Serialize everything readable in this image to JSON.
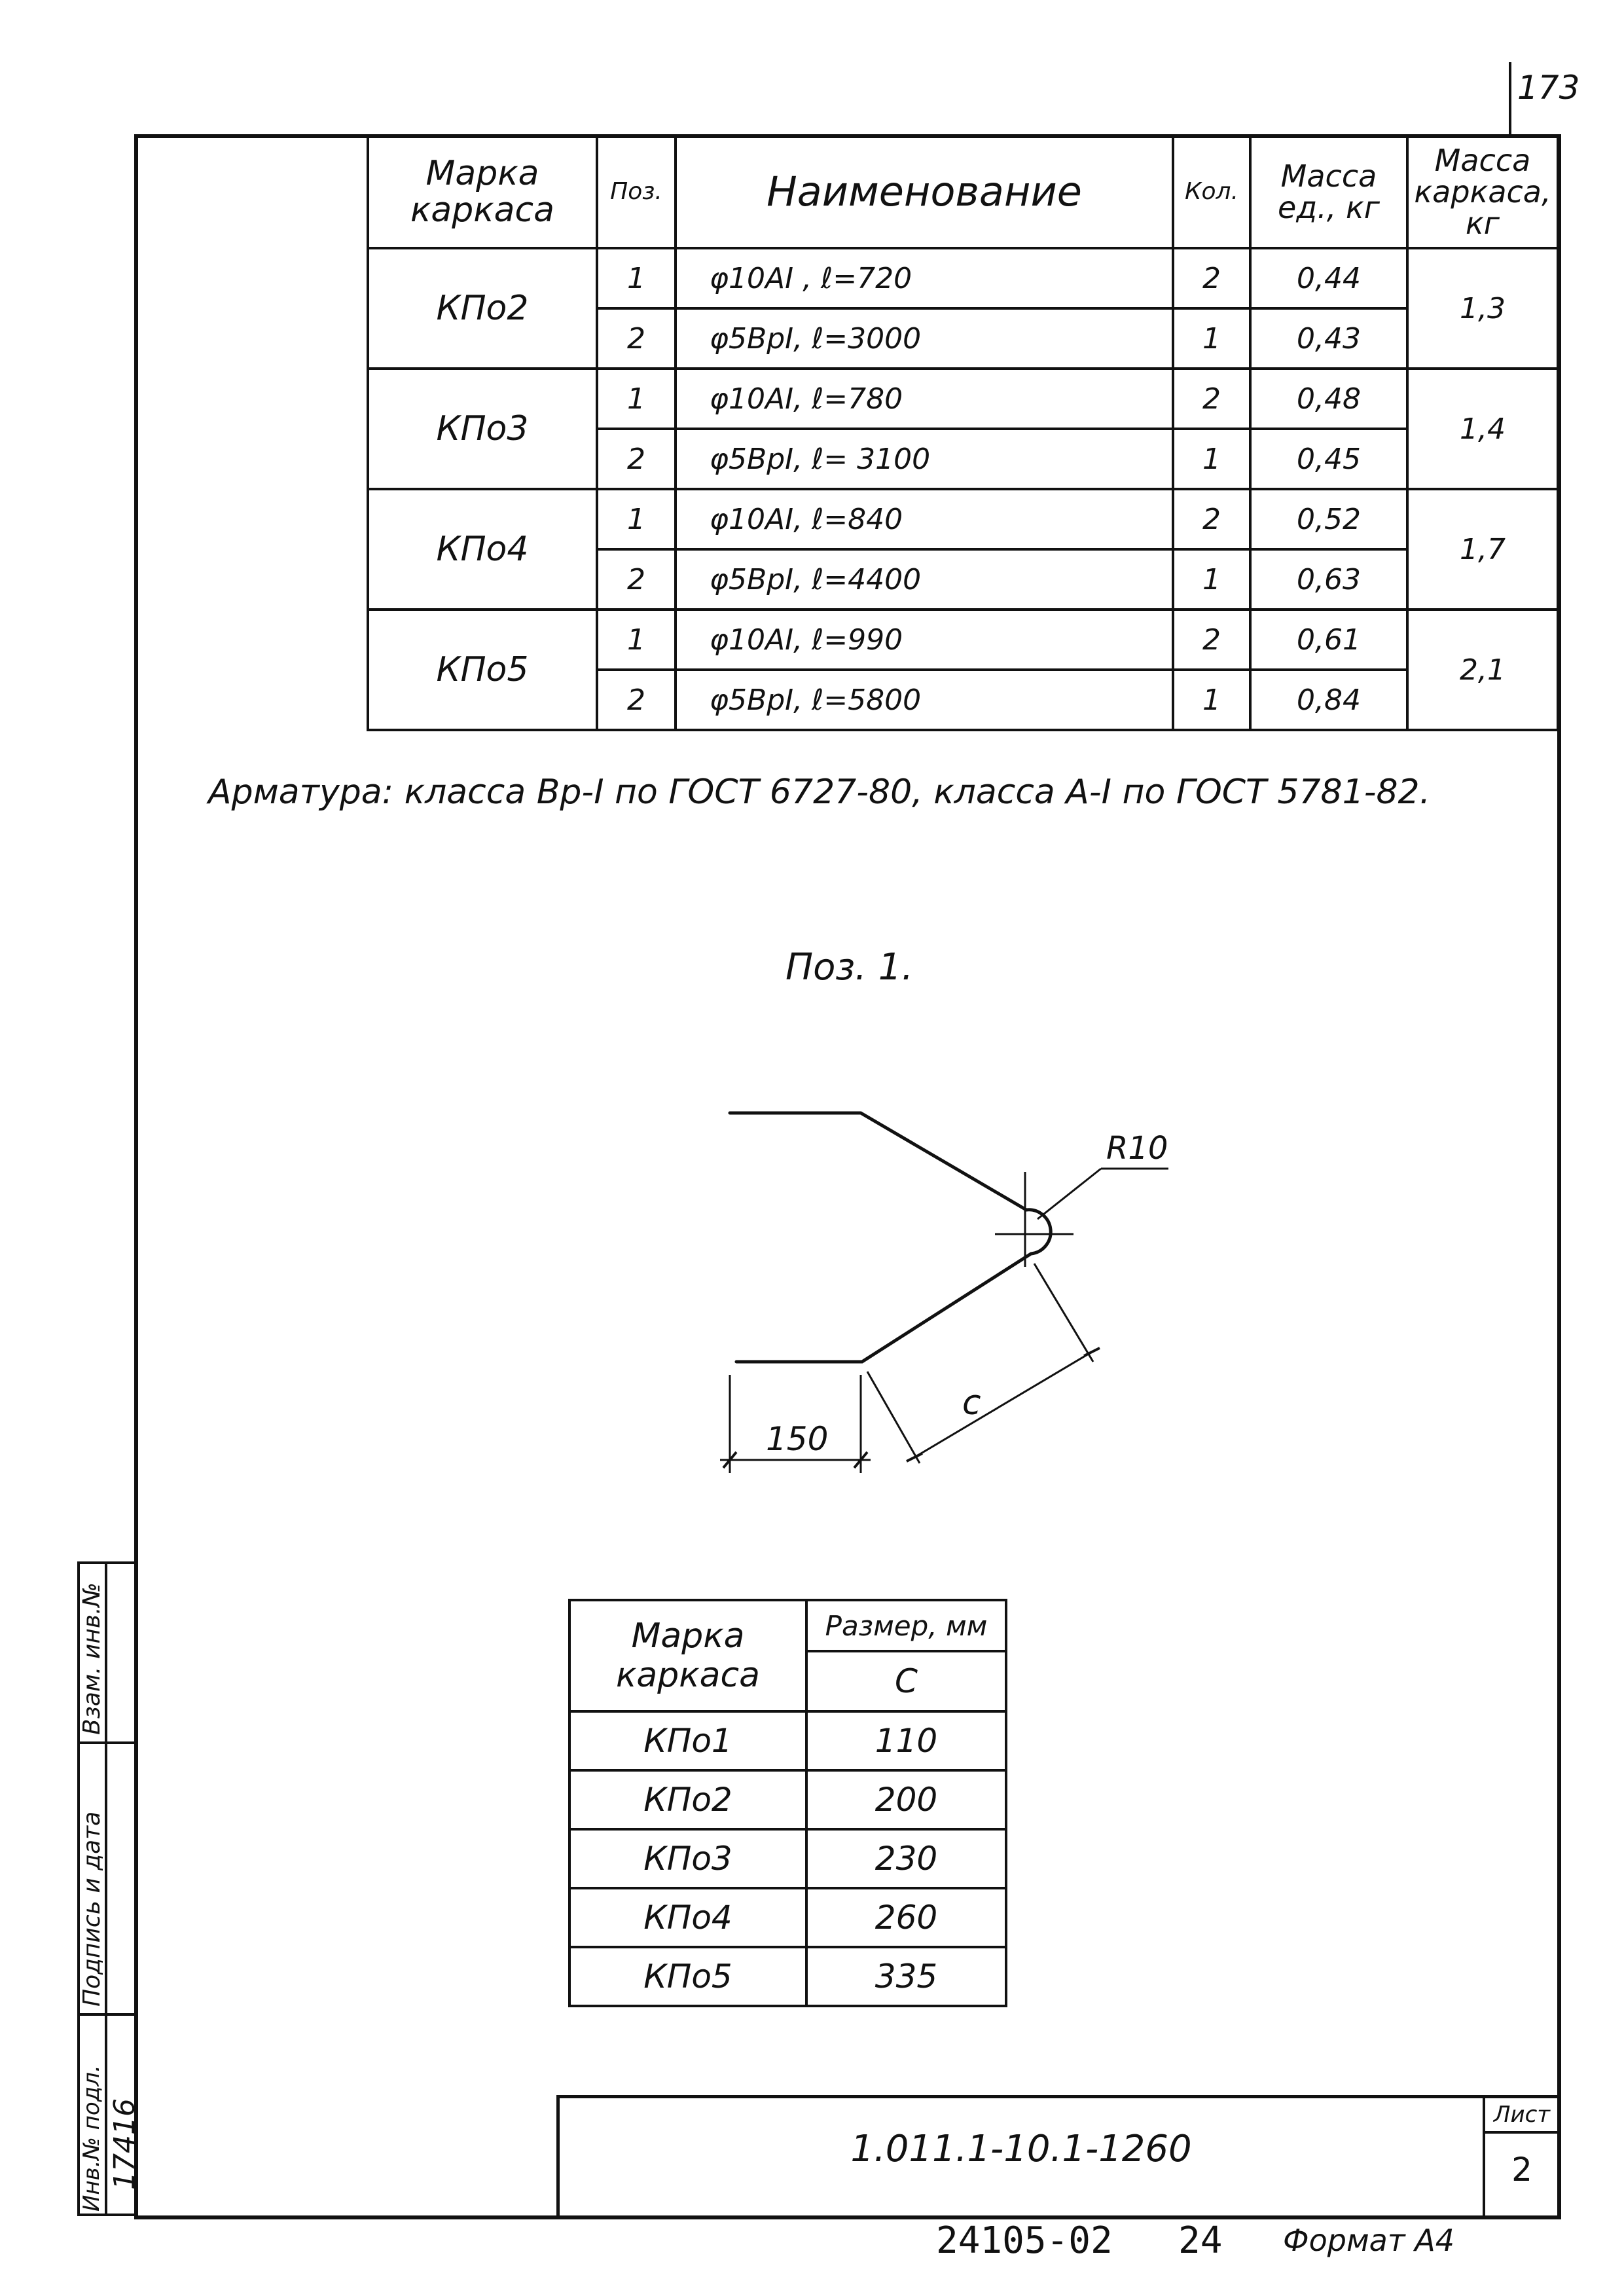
{
  "page_number": "173",
  "spec_table": {
    "headers": {
      "mark": "Марка каркаса",
      "pos": "Поз.",
      "name": "Наименование",
      "qty": "Кол.",
      "unit_mass": "Масса ед., кг",
      "frame_mass": "Масса каркаса, кг"
    },
    "groups": [
      {
        "mark": "КПо2",
        "frame_mass": "1,3",
        "rows": [
          {
            "pos": "1",
            "name": "φ10AI , ℓ=720",
            "qty": "2",
            "mass": "0,44"
          },
          {
            "pos": "2",
            "name": "φ5BpI, ℓ=3000",
            "qty": "1",
            "mass": "0,43"
          }
        ]
      },
      {
        "mark": "КПо3",
        "frame_mass": "1,4",
        "rows": [
          {
            "pos": "1",
            "name": "φ10AI, ℓ=780",
            "qty": "2",
            "mass": "0,48"
          },
          {
            "pos": "2",
            "name": "φ5BpI, ℓ= 3100",
            "qty": "1",
            "mass": "0,45"
          }
        ]
      },
      {
        "mark": "КПо4",
        "frame_mass": "1,7",
        "rows": [
          {
            "pos": "1",
            "name": "φ10AI, ℓ=840",
            "qty": "2",
            "mass": "0,52"
          },
          {
            "pos": "2",
            "name": "φ5BpI, ℓ=4400",
            "qty": "1",
            "mass": "0,63"
          }
        ]
      },
      {
        "mark": "КПо5",
        "frame_mass": "2,1",
        "rows": [
          {
            "pos": "1",
            "name": "φ10AI, ℓ=990",
            "qty": "2",
            "mass": "0,61"
          },
          {
            "pos": "2",
            "name": "φ5BpI, ℓ=5800",
            "qty": "1",
            "mass": "0,84"
          }
        ]
      }
    ]
  },
  "note": "Арматура: класса Вр-I по ГОСТ 6727-80, класса А-I по ГОСТ 5781-82.",
  "drawing": {
    "title": "Поз. 1.",
    "radius_label": "R10",
    "length_label": "150",
    "c_label": "с"
  },
  "dim_table": {
    "header_mark": "Марка каркаса",
    "header_size": "Размер, мм",
    "header_c": "С",
    "rows": [
      {
        "mark": "КПо1",
        "c": "110"
      },
      {
        "mark": "КПо2",
        "c": "200"
      },
      {
        "mark": "КПо3",
        "c": "230"
      },
      {
        "mark": "КПо4",
        "c": "260"
      },
      {
        "mark": "КПо5",
        "c": "335"
      }
    ]
  },
  "stamp": {
    "code": "1.011.1-10.1-1260",
    "sheet_label": "Лист",
    "sheet_number": "2"
  },
  "footer": {
    "order": "24105-02",
    "number": "24",
    "format": "Формат А4"
  },
  "side_stamp": {
    "inv_original": "Инв.№ подл.",
    "inv_value": "17416",
    "sign_date": "Подпись и дата",
    "replace_inv": "Взам. инв.№"
  }
}
